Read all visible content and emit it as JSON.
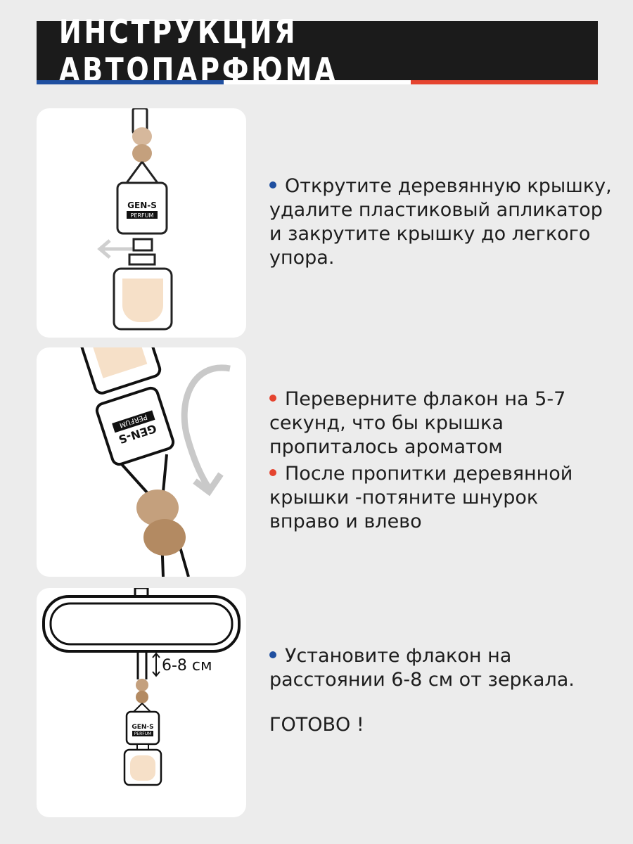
{
  "header": {
    "title": "ИНСТРУКЦИЯ АВТОПАРФЮМА"
  },
  "colors": {
    "blue": "#1f4fa0",
    "red": "#e5442f",
    "dark": "#1b1b1b",
    "wood": "#b38a62",
    "liquid": "#f6e0c8"
  },
  "brand": {
    "logo_line1": "GEN-S",
    "logo_line2": "PERFUM"
  },
  "steps": [
    {
      "bullet_color": "blue",
      "text": "Открутите деревянную крышку, удалите пластиковый апликатор и закрутите крышку до легкого упора."
    },
    {
      "bullet_color": "red",
      "text": "Переверните флакон на 5-7 секунд, что бы крышка пропиталось ароматом"
    },
    {
      "bullet_color": "red",
      "text": "После пропитки деревянной крышки -потяните шнурок вправо и влево"
    },
    {
      "bullet_color": "blue",
      "text": "Установите флакон на расстоянии 6-8 см от зеркала."
    }
  ],
  "done_text": "ГОТОВО !",
  "distance_label": "6-8 см",
  "icons": [
    "arrow-left-icon",
    "rotate-arrow-icon",
    "double-arrow-icon"
  ]
}
